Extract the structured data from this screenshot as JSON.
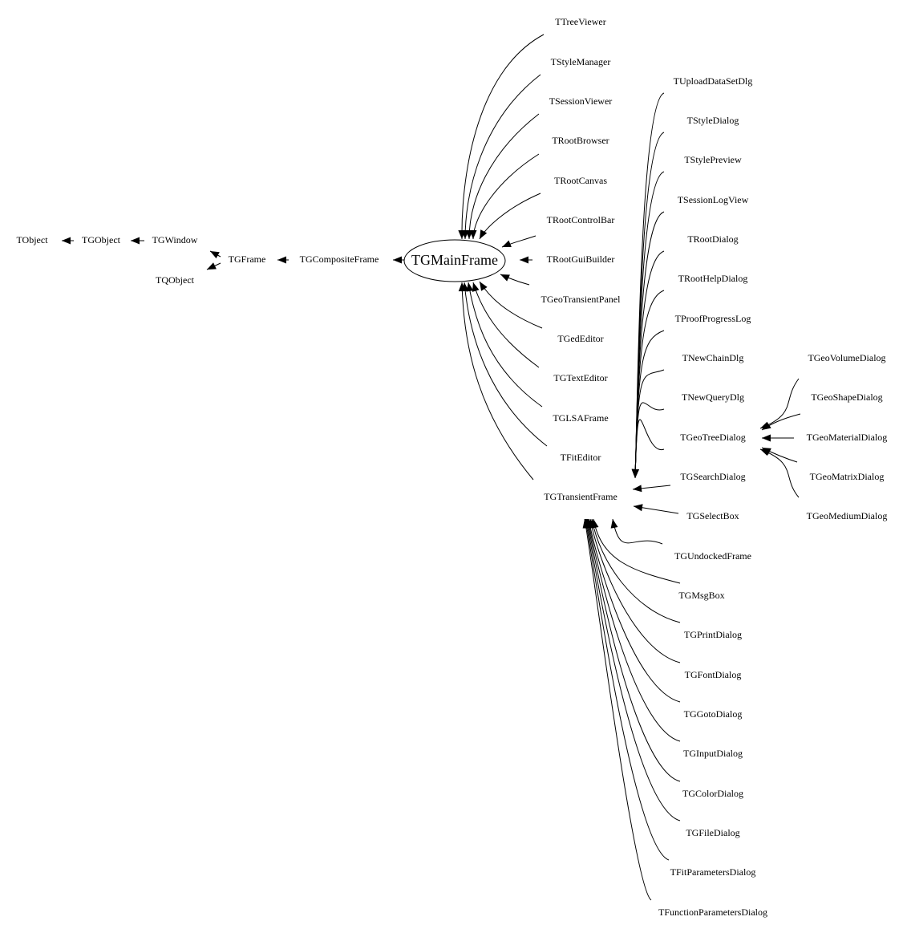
{
  "diagram": {
    "main_node": "TGMainFrame",
    "transient_node": "TGTransientFrame",
    "chain": [
      "TObject",
      "TGObject",
      "TGWindow",
      "TGFrame",
      "TQObject",
      "TGCompositeFrame"
    ],
    "main_frame_children": [
      "TTreeViewer",
      "TStyleManager",
      "TSessionViewer",
      "TRootBrowser",
      "TRootCanvas",
      "TRootControlBar",
      "TRootGuiBuilder",
      "TGeoTransientPanel",
      "TGedEditor",
      "TGTextEditor",
      "TGLSAFrame",
      "TFitEditor"
    ],
    "transient_upper_children": [
      "TUploadDataSetDlg",
      "TStyleDialog",
      "TStylePreview",
      "TSessionLogView",
      "TRootDialog",
      "TRootHelpDialog",
      "TProofProgressLog",
      "TNewChainDlg",
      "TNewQueryDlg",
      "TGeoTreeDialog"
    ],
    "transient_side_children": [
      "TGSearchDialog",
      "TGSelectBox"
    ],
    "transient_lower_children": [
      "TGUndockedFrame",
      "TGMsgBox",
      "TGPrintDialog",
      "TGFontDialog",
      "TGGotoDialog",
      "TGInputDialog",
      "TGColorDialog",
      "TGFileDialog",
      "TFitParametersDialog",
      "TFunctionParametersDialog"
    ],
    "geo_tree_children": [
      "TGeoVolumeDialog",
      "TGeoShapeDialog",
      "TGeoMaterialDialog",
      "TGeoMatrixDialog",
      "TGeoMediumDialog"
    ]
  }
}
